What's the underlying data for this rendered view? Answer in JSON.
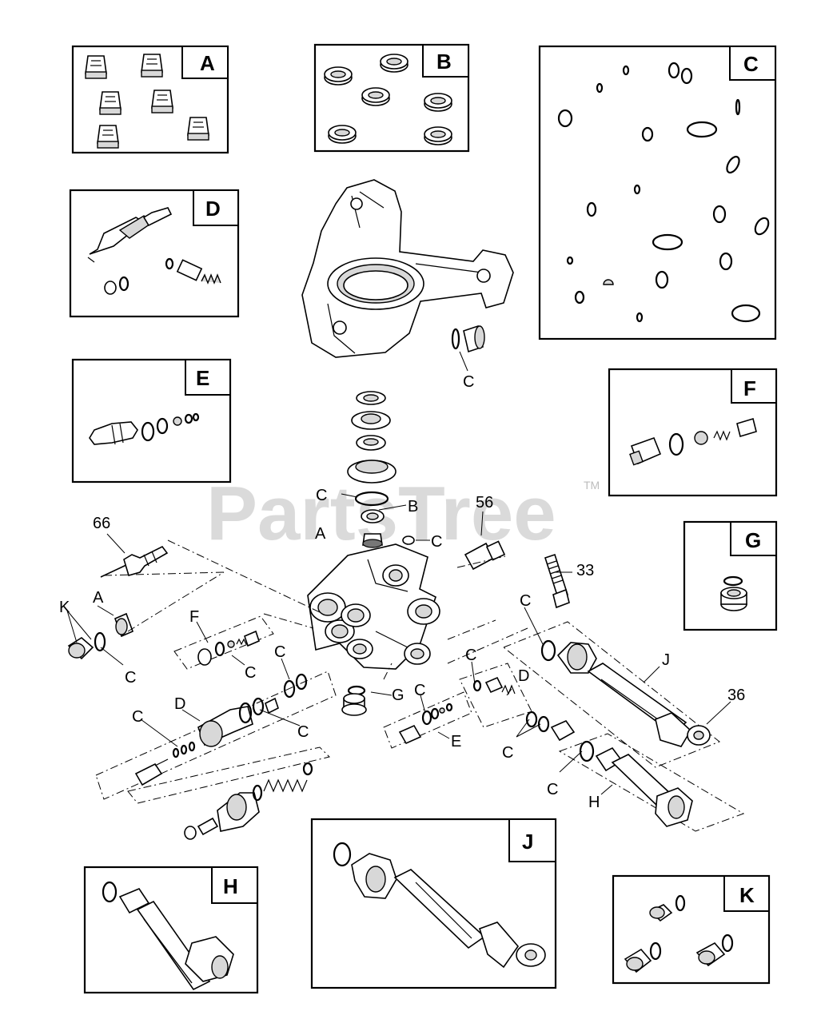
{
  "kits": {
    "A": "A",
    "B": "B",
    "C": "C",
    "D": "D",
    "E": "E",
    "F": "F",
    "G": "G",
    "H": "H",
    "J": "J",
    "K": "K"
  },
  "callouts": {
    "c": "C",
    "b": "B",
    "a": "A",
    "d": "D",
    "e": "E",
    "f": "F",
    "g": "G",
    "h": "H",
    "j": "J",
    "k": "K",
    "p56": "56",
    "p66": "66",
    "p33": "33",
    "p36": "36"
  },
  "watermark": {
    "text": "PartsTree",
    "tm": "TM"
  }
}
